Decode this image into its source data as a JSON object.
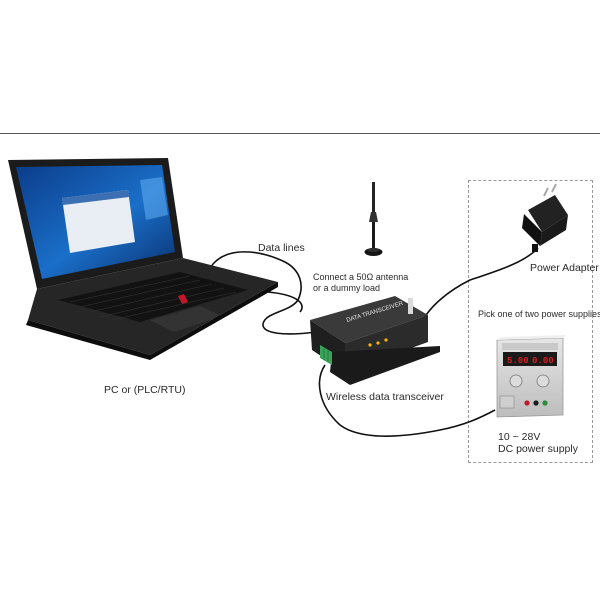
{
  "labels": {
    "data_lines": "Data lines",
    "antenna_note_line1": "Connect a 50Ω antenna",
    "antenna_note_line2": "or a dummy load",
    "power_adapter": "Power Adapter",
    "pick_supply": "Pick one of two power supplies",
    "pc": "PC or (PLC/RTU)",
    "transceiver": "Wireless data transceiver",
    "dc_range": "10 ~ 28V",
    "dc_supply": "DC power supply"
  },
  "device": {
    "brand_text": "DATA TRANSCEIVER",
    "psu_display_left": "5.00",
    "psu_display_right": "0.00"
  },
  "icons": [
    "laptop-icon",
    "antenna-icon",
    "transceiver-icon",
    "power-adapter-icon",
    "dc-power-supply-icon"
  ],
  "colors": {
    "cable": "#111111",
    "screen_blue": "#1a6fc9",
    "device_body": "#2b2b2b",
    "terminal_green": "#3aa35a",
    "psu_display": "#d61f1f"
  }
}
